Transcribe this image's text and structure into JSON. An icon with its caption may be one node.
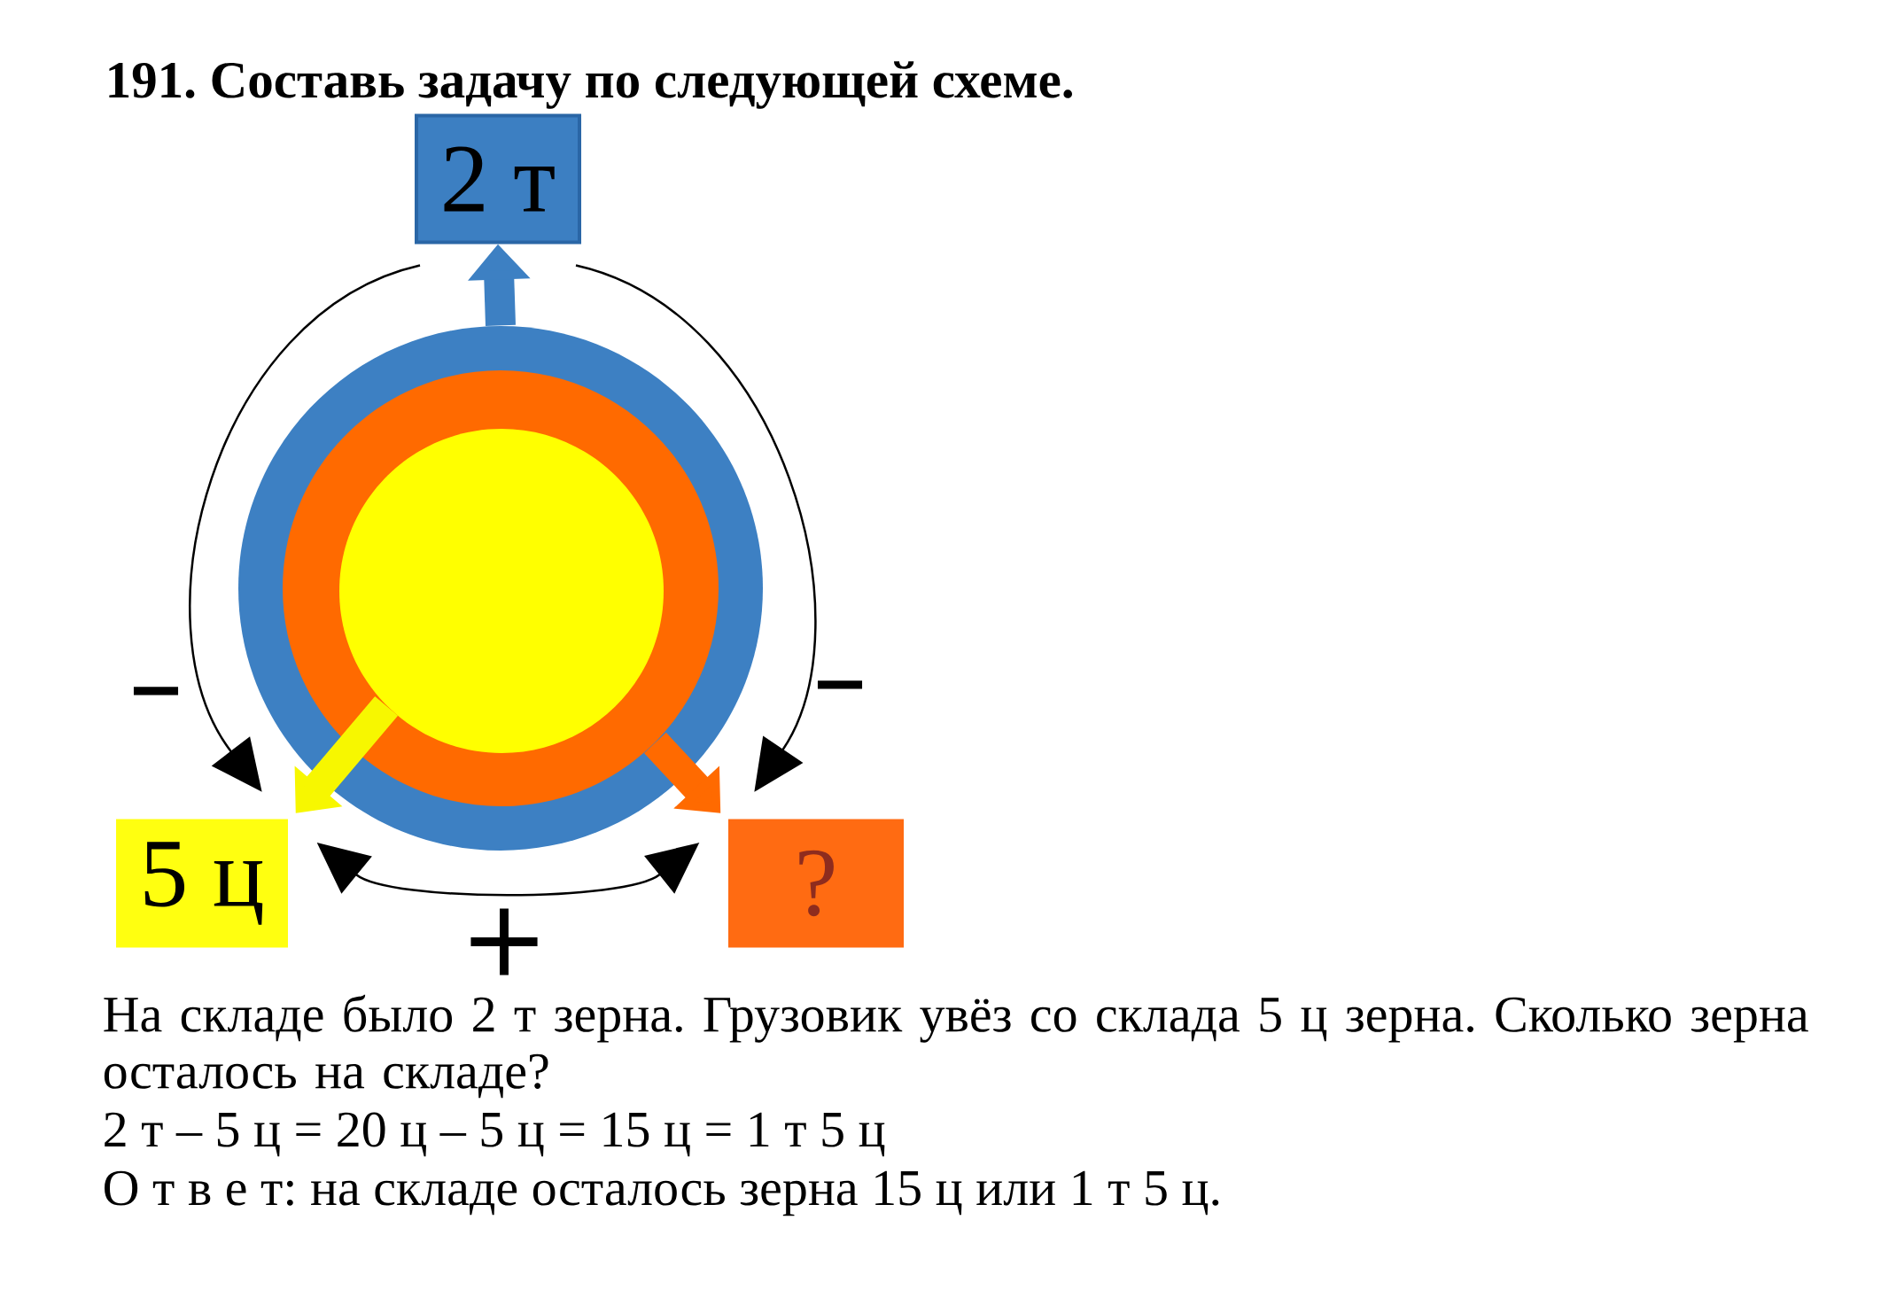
{
  "diagram": {
    "title": "191. Составь задачу по следующей схеме.",
    "nodes": [
      {
        "text": [
          "2 т"
        ]
      },
      {
        "text": [],
        "shape": "circle"
      },
      {
        "text": [],
        "shape": "circle",
        "in": 1
      },
      {
        "text": [],
        "shape": "circle",
        "in": 2
      },
      {
        "text": [
          "5 ц"
        ]
      },
      {
        "text": [
          "?"
        ]
      }
    ],
    "edges": [
      {
        "from": 1,
        "to": 0,
        "arrow": "to",
        "style": "thick",
        "color": "#3d80c3"
      },
      {
        "from": 3,
        "to": 4,
        "arrow": "to",
        "style": "thick",
        "color": "#f7f700"
      },
      {
        "from": 2,
        "to": 5,
        "arrow": "to",
        "style": "thick",
        "color": "#ff6a00"
      },
      {
        "from": 0,
        "to": 4,
        "arrow": "to",
        "label": "−"
      },
      {
        "from": 0,
        "to": 5,
        "arrow": "to",
        "label": "−"
      },
      {
        "from": 4,
        "to": 5,
        "arrow": "both",
        "label": "+"
      }
    ],
    "labels": [
      "На складе было 2 т зерна. Грузовик увёз со склада 5 ц зерна. Сколько зерна осталось на складе?",
      "2 т – 5 ц = 20 ц – 5 ц = 15 ц = 1 т 5 ц",
      "О т в е т: на складе осталось зерна 15 ц или 1 т 5 ц."
    ]
  }
}
